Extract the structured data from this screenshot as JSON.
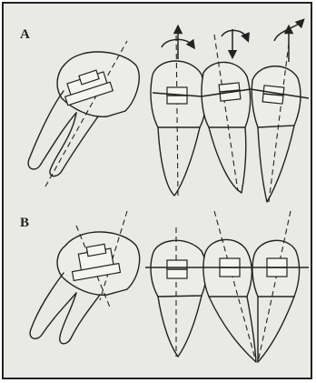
{
  "panels": [
    {
      "id": "A",
      "label": "A"
    },
    {
      "id": "B",
      "label": "B"
    }
  ]
}
